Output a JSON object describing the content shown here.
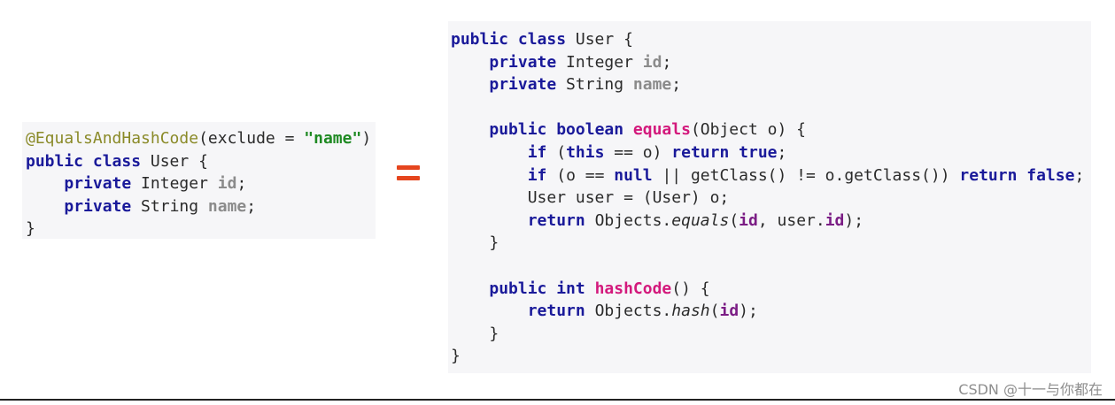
{
  "left_code": {
    "lines": [
      [
        {
          "t": "@EqualsAndHashCode",
          "c": "ann"
        },
        {
          "t": "(exclude = ",
          "c": "plain"
        },
        {
          "t": "\"name\"",
          "c": "str"
        },
        {
          "t": ")",
          "c": "plain"
        }
      ],
      [
        {
          "t": "public class",
          "c": "kw"
        },
        {
          "t": " User {",
          "c": "plain"
        }
      ],
      [
        {
          "t": "    ",
          "c": "plain"
        },
        {
          "t": "private",
          "c": "kw"
        },
        {
          "t": " Integer ",
          "c": "plain"
        },
        {
          "t": "id",
          "c": "field"
        },
        {
          "t": ";",
          "c": "plain"
        }
      ],
      [
        {
          "t": "    ",
          "c": "plain"
        },
        {
          "t": "private",
          "c": "kw"
        },
        {
          "t": " String ",
          "c": "plain"
        },
        {
          "t": "name",
          "c": "field"
        },
        {
          "t": ";",
          "c": "plain"
        }
      ],
      [
        {
          "t": "}",
          "c": "plain"
        }
      ]
    ]
  },
  "right_code": {
    "lines": [
      [
        {
          "t": "public class",
          "c": "kw"
        },
        {
          "t": " User {",
          "c": "plain"
        }
      ],
      [
        {
          "t": "    ",
          "c": "plain"
        },
        {
          "t": "private",
          "c": "kw"
        },
        {
          "t": " Integer ",
          "c": "plain"
        },
        {
          "t": "id",
          "c": "field"
        },
        {
          "t": ";",
          "c": "plain"
        }
      ],
      [
        {
          "t": "    ",
          "c": "plain"
        },
        {
          "t": "private",
          "c": "kw"
        },
        {
          "t": " String ",
          "c": "plain"
        },
        {
          "t": "name",
          "c": "field"
        },
        {
          "t": ";",
          "c": "plain"
        }
      ],
      [],
      [
        {
          "t": "    ",
          "c": "plain"
        },
        {
          "t": "public boolean",
          "c": "kw"
        },
        {
          "t": " ",
          "c": "plain"
        },
        {
          "t": "equals",
          "c": "method"
        },
        {
          "t": "(Object o) {",
          "c": "plain"
        }
      ],
      [
        {
          "t": "        ",
          "c": "plain"
        },
        {
          "t": "if",
          "c": "kw"
        },
        {
          "t": " (",
          "c": "plain"
        },
        {
          "t": "this",
          "c": "kw"
        },
        {
          "t": " == o) ",
          "c": "plain"
        },
        {
          "t": "return true",
          "c": "kw"
        },
        {
          "t": ";",
          "c": "plain"
        }
      ],
      [
        {
          "t": "        ",
          "c": "plain"
        },
        {
          "t": "if",
          "c": "kw"
        },
        {
          "t": " (o == ",
          "c": "plain"
        },
        {
          "t": "null",
          "c": "kw"
        },
        {
          "t": " || getClass() != o.getClass()) ",
          "c": "plain"
        },
        {
          "t": "return false",
          "c": "kw"
        },
        {
          "t": ";",
          "c": "plain"
        }
      ],
      [
        {
          "t": "        User user = (User) o;",
          "c": "plain"
        }
      ],
      [
        {
          "t": "        ",
          "c": "plain"
        },
        {
          "t": "return",
          "c": "kw"
        },
        {
          "t": " Objects.",
          "c": "plain"
        },
        {
          "t": "equals",
          "c": "it"
        },
        {
          "t": "(",
          "c": "plain"
        },
        {
          "t": "id",
          "c": "field2"
        },
        {
          "t": ", user.",
          "c": "plain"
        },
        {
          "t": "id",
          "c": "field2"
        },
        {
          "t": ");",
          "c": "plain"
        }
      ],
      [
        {
          "t": "    }",
          "c": "plain"
        }
      ],
      [],
      [
        {
          "t": "    ",
          "c": "plain"
        },
        {
          "t": "public int",
          "c": "kw"
        },
        {
          "t": " ",
          "c": "plain"
        },
        {
          "t": "hashCode",
          "c": "method"
        },
        {
          "t": "() {",
          "c": "plain"
        }
      ],
      [
        {
          "t": "        ",
          "c": "plain"
        },
        {
          "t": "return",
          "c": "kw"
        },
        {
          "t": " Objects.",
          "c": "plain"
        },
        {
          "t": "hash",
          "c": "it"
        },
        {
          "t": "(",
          "c": "plain"
        },
        {
          "t": "id",
          "c": "field2"
        },
        {
          "t": ");",
          "c": "plain"
        }
      ],
      [
        {
          "t": "    }",
          "c": "plain"
        }
      ],
      [
        {
          "t": "}",
          "c": "plain"
        }
      ]
    ]
  },
  "colors": {
    "keyword": "#1a1a9a",
    "annotation": "#8a8a28",
    "string": "#1f8a23",
    "field": "#8b8b8b",
    "field_ref": "#7b1d85",
    "method": "#d3197c",
    "equals_sign": "#e5451e"
  },
  "watermark": "CSDN @十一与你都在"
}
